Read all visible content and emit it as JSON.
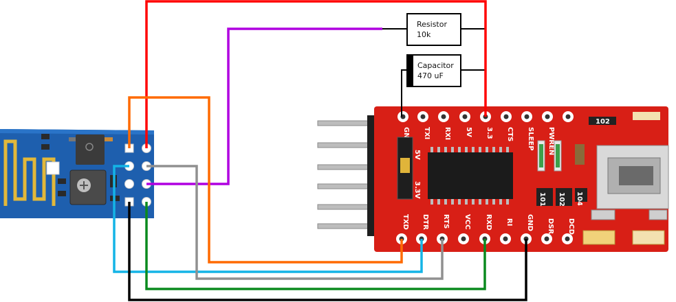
{
  "components": {
    "resistor": {
      "line1": "Resistor",
      "line2": "10k"
    },
    "capacitor": {
      "line1": "Capacitor",
      "line2": "470 uF"
    }
  },
  "ftdi": {
    "top_pins": [
      "GND",
      "TXI",
      "RXI",
      "5V",
      "3.3",
      "CTS",
      "SLEEP",
      "PWREN"
    ],
    "bottom_pins": [
      "TXD",
      "DTR",
      "RTS",
      "VCC",
      "RXD",
      "RI",
      "GND",
      "DSR",
      "DCD"
    ],
    "jumper_labels": [
      "5V",
      "3.3V"
    ],
    "chip_marks": [
      "102",
      "101",
      "102",
      "104"
    ]
  },
  "colors": {
    "wire_red": "#ff0000",
    "wire_purple": "#b000e0",
    "wire_orange": "#ff6a00",
    "wire_cyan": "#14b4e6",
    "wire_gray": "#909090",
    "wire_green": "#0a8a1e",
    "wire_black": "#000000",
    "board_red": "#d81f16",
    "module_blue": "#1e5fae"
  }
}
